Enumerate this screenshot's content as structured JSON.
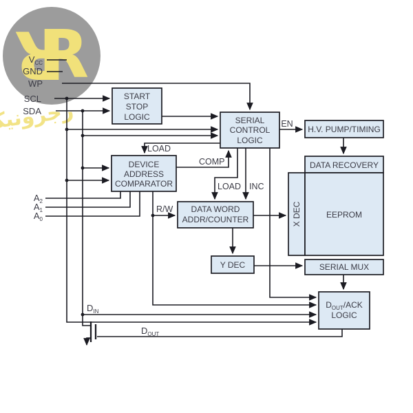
{
  "watermark": {
    "circle_color": "#9c9c9c",
    "logo_color": "#f1e17a",
    "logo_letter_upright": "R",
    "logo_letter_rotated": "R",
    "brand_text": "رجرونیک"
  },
  "pins": {
    "vcc": {
      "main": "V",
      "sub": "CC"
    },
    "gnd": {
      "label": "GND"
    },
    "wp": {
      "label": "WP"
    },
    "scl": {
      "label": "SCL"
    },
    "sda": {
      "label": "SDA"
    },
    "a2": {
      "main": "A",
      "sub": "2"
    },
    "a1": {
      "main": "A",
      "sub": "1"
    },
    "a0": {
      "main": "A",
      "sub": "0"
    },
    "din": {
      "main": "D",
      "sub": "IN"
    },
    "dout": {
      "main": "D",
      "sub": "OUT"
    }
  },
  "blocks": {
    "start_stop": {
      "lines": [
        "START",
        "STOP",
        "LOGIC"
      ]
    },
    "serial_control": {
      "lines": [
        "SERIAL",
        "CONTROL",
        "LOGIC"
      ]
    },
    "hv_pump": {
      "label": "H.V. PUMP/TIMING"
    },
    "data_recovery": {
      "label": "DATA RECOVERY"
    },
    "x_dec": {
      "label": "X DEC"
    },
    "eeprom": {
      "label": "EEPROM"
    },
    "serial_mux": {
      "label": "SERIAL MUX"
    },
    "device_address_comparator": {
      "lines": [
        "DEVICE",
        "ADDRESS",
        "COMPARATOR"
      ]
    },
    "data_word_addr_counter": {
      "lines": [
        "DATA WORD",
        "ADDR/COUNTER"
      ]
    },
    "y_dec": {
      "label": "Y DEC"
    },
    "dout_ack": {
      "main": "D",
      "sub": "OUT",
      "rest": "/ACK",
      "line2": "LOGIC"
    }
  },
  "signals": {
    "en": "EN",
    "load_device": "LOAD",
    "comp": "COMP",
    "load_counter": "LOAD",
    "inc": "INC",
    "rw": "R/W"
  },
  "colors": {
    "box_fill": "#dde9f4",
    "box_border": "#1b1b22",
    "wire": "#1b1b22",
    "text": "#3b3b45"
  }
}
